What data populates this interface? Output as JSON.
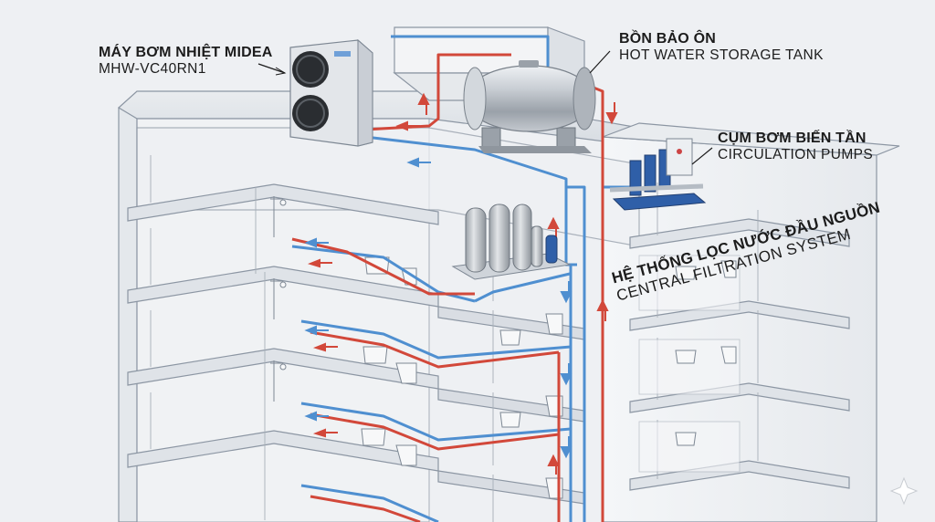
{
  "labels": {
    "heat_pump": {
      "vi": "MÁY BƠM NHIỆT MIDEA",
      "en": "MHW-VC40RN1"
    },
    "storage_tank": {
      "vi": "BỒN BẢO ÔN",
      "en": "HOT WATER STORAGE TANK"
    },
    "circulation_pumps": {
      "vi": "CỤM BƠM BIẾN TẦN",
      "en": "CIRCULATION PUMPS"
    },
    "filtration": {
      "vi": "HỆ THỐNG LỌC NƯỚC ĐẦU NGUỒN",
      "en": "CENTRAL FILTRATION SYSTEM"
    }
  },
  "colors": {
    "hot_pipe": "#d2483a",
    "cold_pipe": "#4f8fd0",
    "building_line": "#8c96a3",
    "slab": "#dfe3e8",
    "tank": "#b9bfc6",
    "pump_motor": "#2f5fa8",
    "filter_vessel": "#c8cdd3"
  },
  "icons": [
    "heat-pump-unit-icon",
    "storage-tank-icon",
    "circulation-pump-icon",
    "filter-vessel-icon",
    "toilet-icon",
    "sink-icon",
    "shower-icon",
    "flow-arrow-icon",
    "sparkle-icon"
  ]
}
